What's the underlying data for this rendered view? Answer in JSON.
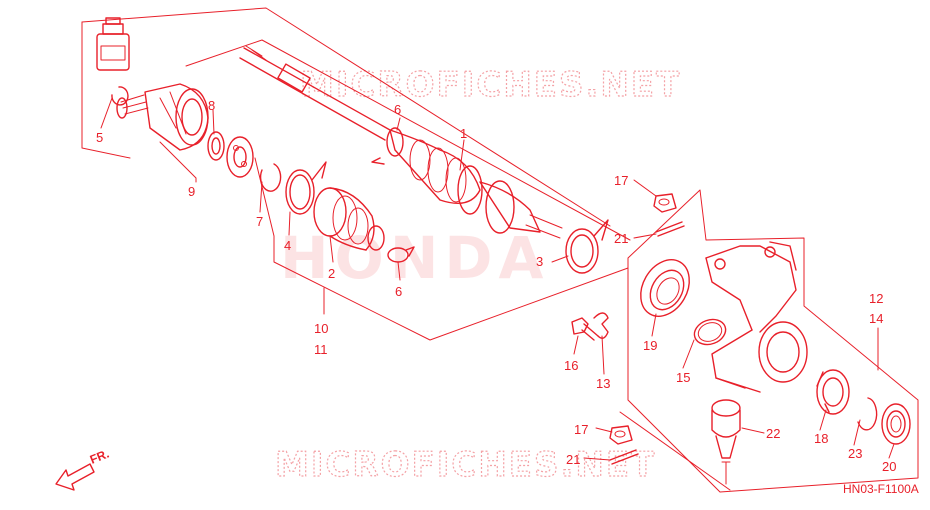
{
  "watermarks": {
    "site_top": "MICROFICHES.NET",
    "site_bottom": "MICROFICHES.NET",
    "brand": "HONDA"
  },
  "direction_label": "FR.",
  "diagram_code": "HN03-F1100A",
  "callouts": {
    "c1": "1",
    "c2": "2",
    "c3": "3",
    "c4": "4",
    "c5": "5",
    "c6a": "6",
    "c6b": "6",
    "c7": "7",
    "c8": "8",
    "c9": "9",
    "c10": "10",
    "c11": "11",
    "c12": "12",
    "c13": "13",
    "c14": "14",
    "c15": "15",
    "c16": "16",
    "c17a": "17",
    "c17b": "17",
    "c18": "18",
    "c19": "19",
    "c20": "20",
    "c21a": "21",
    "c21b": "21",
    "c22": "22",
    "c23": "23"
  },
  "colors": {
    "line": "#e8202a",
    "watermark": "#f4a2a6"
  }
}
